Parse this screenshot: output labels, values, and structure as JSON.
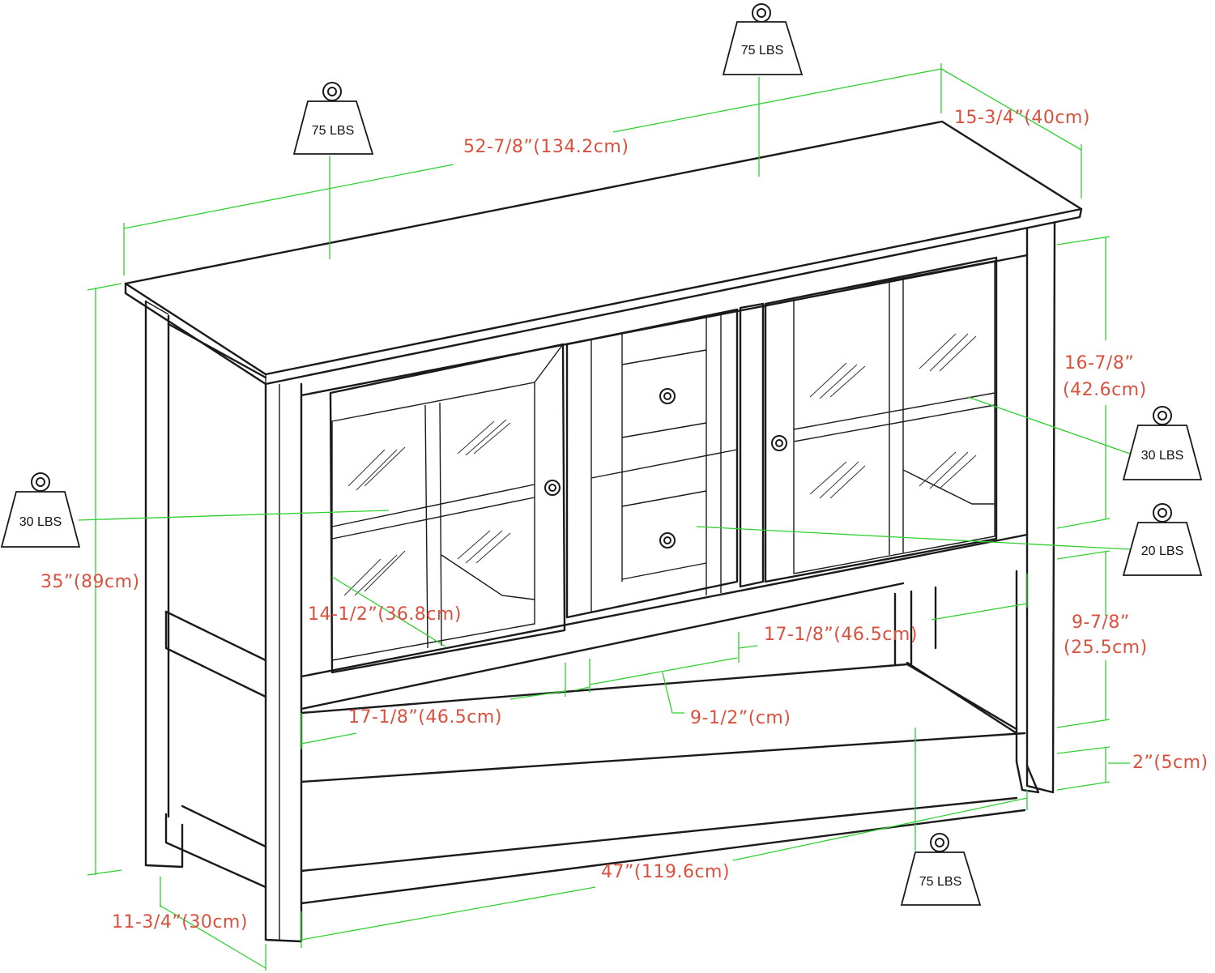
{
  "colors": {
    "dimension_line": "#2fd02f",
    "dimension_text": "#d9513f",
    "outline": "#1a1a1a"
  },
  "dimensions": {
    "width_top": "52-7/8”(134.2cm)",
    "depth_top": "15-3/4”(40cm)",
    "height_total": "35”(89cm)",
    "cabinet_height": "16-7/8”",
    "cabinet_height_cm": "(42.6cm)",
    "shelf_clearance": "9-7/8”",
    "shelf_clearance_cm": "(25.5cm)",
    "leg_clearance": "2”(5cm)",
    "inner_depth": "14-1/2”(36.8cm)",
    "right_door_width": "17-1/8”(46.5cm)",
    "left_door_width": "17-1/8”(46.5cm)",
    "drawer_width": "9-1/2”(cm)",
    "bottom_width": "47”(119.6cm)",
    "leg_depth": "11-3/4”(30cm)"
  },
  "weights": {
    "top_center": "75 LBS",
    "top_left": "75 LBS",
    "left_cabinet": "30 LBS",
    "right_cabinet": "30 LBS",
    "drawer": "20 LBS",
    "bottom_shelf": "75 LBS"
  },
  "icons": [
    "weight-icon"
  ]
}
